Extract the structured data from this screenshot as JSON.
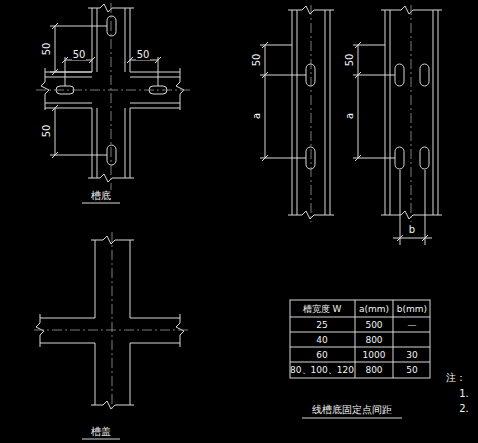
{
  "diagram": {
    "caption": "线槽底固定点间距",
    "labels": [
      "50",
      "50",
      "50",
      "50",
      "槽底",
      "50",
      "a",
      "50",
      "a",
      "b",
      "槽盖",
      "槽宽度 W",
      "a(mm)",
      "b(mm)",
      "25",
      "500",
      "—",
      "40",
      "800",
      "60",
      "1000",
      "30",
      "80、100、120",
      "800",
      "50",
      "注：",
      "1.",
      "2."
    ]
  }
}
